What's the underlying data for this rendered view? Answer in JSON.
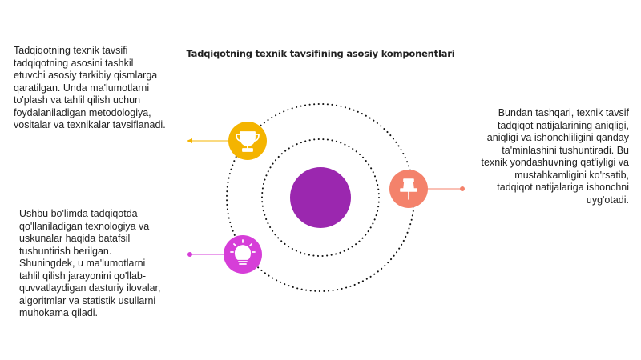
{
  "title": "Tadqiqotning texnik tavsifining asosiy komponentlari",
  "blocks": {
    "top_left": "Tadqiqotning texnik tavsifi\ntadqiqotning asosini tashkil\netuvchi asosiy tarkibiy qismlarga\nqaratilgan. Unda ma'lumotlarni\nto'plash va tahlil qilish uchun\nfoydalaniladigan metodologiya,\nvositalar va texnikalar tavsiflanadi.",
    "bottom_left": "Ushbu bo'limda tadqiqotda\nqo'llaniladigan texnologiya va\nuskunalar haqida batafsil\ntushuntirish berilgan.\nShuningdek, u ma'lumotlarni\ntahlil qilish jarayonini qo'llab-\nquvvatlaydigan dasturiy ilovalar,\nalgoritmlar va statistik usullarni\nmuhokama qiladi.",
    "right": "Bundan tashqari, texnik tavsif\ntadqiqot natijalarining aniqligi,\naniqligi va ishonchliligini qanday\nta'minlashini tushuntiradi. Bu\ntexnik yondashuvning qat'iyligi va\nmustahkamligini ko'rsatib,\ntadqiqot natijalariga ishonchni\nuyg'otadi."
  },
  "nodes": [
    {
      "name": "trophy",
      "icon": "trophy-icon",
      "color": "#f4b400"
    },
    {
      "name": "pin",
      "icon": "pushpin-icon",
      "color": "#f4826b"
    },
    {
      "name": "bulb",
      "icon": "lightbulb-icon",
      "color": "#d63ed8"
    }
  ],
  "colors": {
    "center": "#9b27af",
    "orbit": "#111111",
    "trophy": "#f4b400",
    "pin": "#f4826b",
    "bulb": "#d63ed8"
  }
}
